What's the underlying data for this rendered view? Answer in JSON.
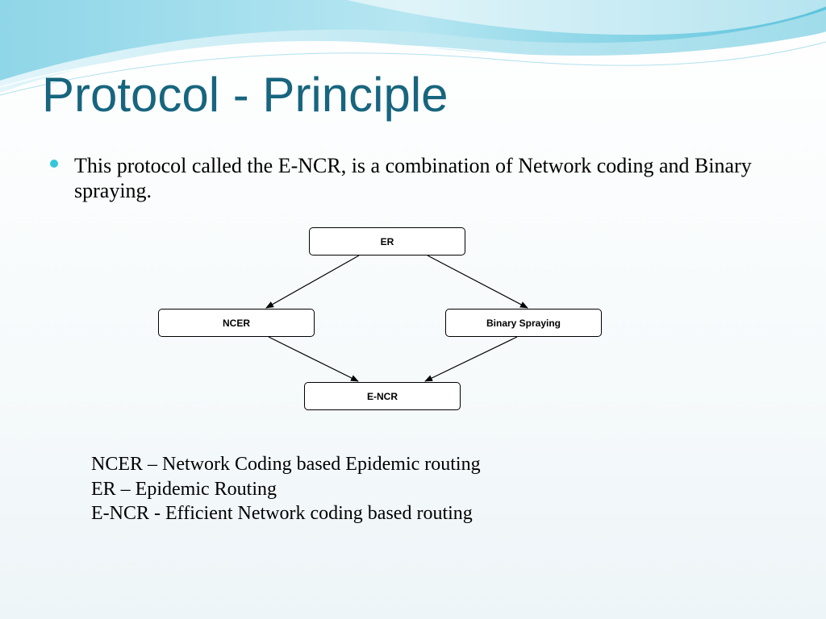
{
  "slide": {
    "title": "Protocol - Principle",
    "bullet": "This protocol called the E-NCR, is a combination of Network coding and Binary spraying."
  },
  "diagram": {
    "nodes": {
      "er": "ER",
      "ncer": "NCER",
      "binary_spraying": "Binary Spraying",
      "e_ncr": "E-NCR"
    },
    "edges": [
      {
        "from": "ER",
        "to": "NCER"
      },
      {
        "from": "ER",
        "to": "Binary Spraying"
      },
      {
        "from": "NCER",
        "to": "E-NCR"
      },
      {
        "from": "Binary Spraying",
        "to": "E-NCR"
      }
    ]
  },
  "legend": [
    "NCER – Network Coding based Epidemic routing",
    "ER – Epidemic Routing",
    "E-NCR - Efficient Network coding based routing"
  ],
  "colors": {
    "title": "#17657e",
    "bullet": "#35c6d8",
    "wave_dark": "#5cc3dc",
    "wave_light": "#bfe9f2",
    "text": "#000000"
  }
}
